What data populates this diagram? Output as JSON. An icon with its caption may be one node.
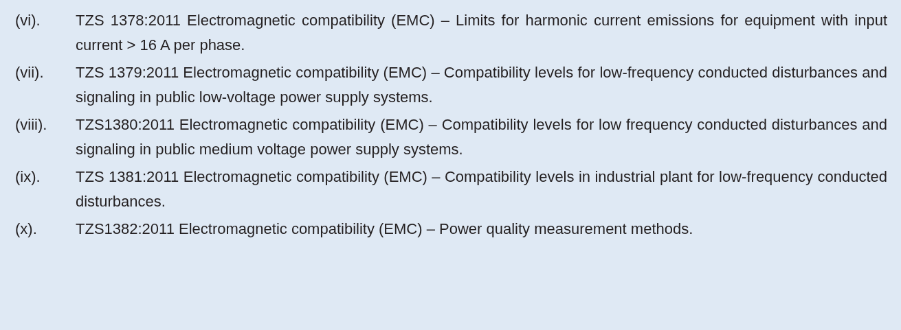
{
  "diagram": {
    "labels": [
      "(vi).",
      "TZS 1378:2011 Electromagnetic compatibility (EMC) – Limits for harmonic current emissions for equipment with input current > 16 A per phase.",
      "(vii).",
      "TZS 1379:2011 Electromagnetic compatibility (EMC) – Compatibility levels for low-frequency conducted disturbances and signaling in public low-voltage power supply systems.",
      "(viii).",
      "TZS1380:2011 Electromagnetic compatibility (EMC) – Compatibility levels for low frequency conducted disturbances and signaling in public medium voltage power supply systems.",
      "(ix).",
      "TZS 1381:2011 Electromagnetic compatibility (EMC) – Compatibility levels in industrial plant for low-frequency conducted disturbances.",
      "(x).",
      "TZS1382:2011 Electromagnetic compatibility (EMC) – Power quality measurement methods."
    ]
  }
}
